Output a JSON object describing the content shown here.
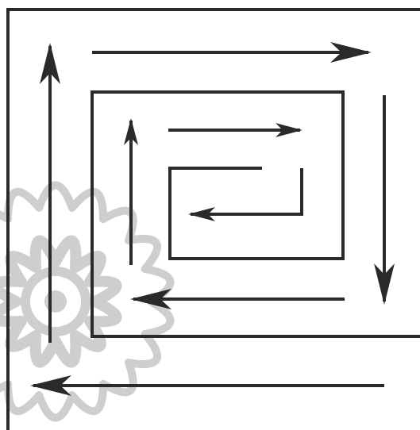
{
  "diagram": {
    "colors": {
      "background": "#ffffff",
      "line": "#2a2a2a",
      "arrow": "#2a2a2a",
      "watermark": "#c9c9c9"
    },
    "maze_walls": [
      "outer-frame",
      "middle-frame",
      "inner-frame",
      "inner-hook"
    ],
    "flow_arrows": [
      {
        "id": "top-right",
        "direction": "right"
      },
      {
        "id": "right-down",
        "direction": "down"
      },
      {
        "id": "middle-left",
        "direction": "left"
      },
      {
        "id": "bottom-left",
        "direction": "left"
      },
      {
        "id": "outer-up",
        "direction": "up"
      },
      {
        "id": "inner-up",
        "direction": "up"
      },
      {
        "id": "inner-right",
        "direction": "right"
      },
      {
        "id": "core-left",
        "direction": "left"
      }
    ],
    "watermark": {
      "present": true,
      "icon": "floral-mandala-watermark"
    }
  }
}
